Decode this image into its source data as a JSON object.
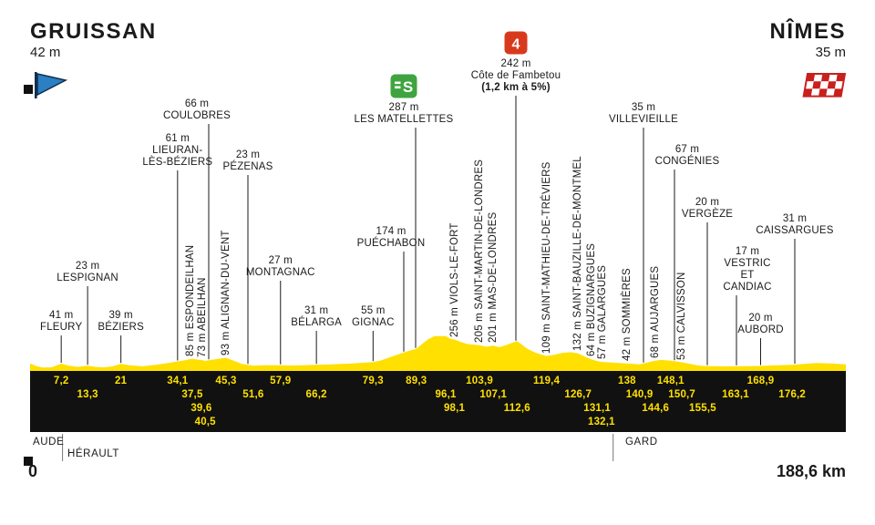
{
  "stage": {
    "start": {
      "name": "GRUISSAN",
      "elevation": "42 m"
    },
    "finish": {
      "name": "NÎMES",
      "elevation": "35 m"
    },
    "start_km_label": "0",
    "finish_km_label": "188,6 km"
  },
  "regions": [
    "AUDE",
    "HÉRAULT",
    "GARD"
  ],
  "colors": {
    "yellow": "#FFE000",
    "band": "#111111",
    "sprint_green": "#3FA440",
    "climb_red": "#D8391D",
    "flag_blue": "#2B7FC2",
    "checker_red": "#C8201D"
  },
  "chart_data": {
    "type": "area",
    "title": "Stage elevation profile Gruissan - Nîmes",
    "xlabel": "km",
    "ylabel": "m",
    "xlim": [
      0,
      188.6
    ],
    "region_boundaries_km": [
      7.5,
      134.8
    ],
    "profile": [
      [
        0,
        42
      ],
      [
        1.5,
        18
      ],
      [
        3,
        6
      ],
      [
        5,
        8
      ],
      [
        7.2,
        41
      ],
      [
        9,
        22
      ],
      [
        11,
        12
      ],
      [
        13.3,
        23
      ],
      [
        15,
        12
      ],
      [
        17,
        8
      ],
      [
        19,
        16
      ],
      [
        21,
        39
      ],
      [
        23,
        26
      ],
      [
        26,
        17
      ],
      [
        29,
        30
      ],
      [
        32,
        46
      ],
      [
        34.1,
        61
      ],
      [
        36,
        72
      ],
      [
        37.5,
        85
      ],
      [
        38.6,
        77
      ],
      [
        39.6,
        73
      ],
      [
        40.5,
        66
      ],
      [
        42,
        76
      ],
      [
        44,
        86
      ],
      [
        45.3,
        93
      ],
      [
        47,
        68
      ],
      [
        49,
        38
      ],
      [
        51.6,
        23
      ],
      [
        54,
        26
      ],
      [
        57.9,
        27
      ],
      [
        60,
        24
      ],
      [
        63,
        27
      ],
      [
        66.2,
        31
      ],
      [
        69,
        33
      ],
      [
        72,
        38
      ],
      [
        75,
        44
      ],
      [
        79.3,
        55
      ],
      [
        81,
        68
      ],
      [
        83,
        96
      ],
      [
        85,
        122
      ],
      [
        87,
        148
      ],
      [
        89.3,
        174
      ],
      [
        90.5,
        212
      ],
      [
        92,
        258
      ],
      [
        93.5,
        287
      ],
      [
        96.1,
        287
      ],
      [
        97.2,
        263
      ],
      [
        98.1,
        256
      ],
      [
        99.5,
        236
      ],
      [
        101,
        216
      ],
      [
        103.9,
        205
      ],
      [
        105.5,
        192
      ],
      [
        107.1,
        201
      ],
      [
        108.5,
        188
      ],
      [
        110,
        206
      ],
      [
        111.5,
        228
      ],
      [
        112.6,
        242
      ],
      [
        113.6,
        214
      ],
      [
        115,
        172
      ],
      [
        117,
        136
      ],
      [
        119.4,
        109
      ],
      [
        121,
        119
      ],
      [
        123,
        136
      ],
      [
        125,
        143
      ],
      [
        126.7,
        132
      ],
      [
        128,
        109
      ],
      [
        129.5,
        84
      ],
      [
        131.1,
        64
      ],
      [
        132.1,
        57
      ],
      [
        134,
        52
      ],
      [
        136,
        46
      ],
      [
        138,
        42
      ],
      [
        139.5,
        38
      ],
      [
        140.9,
        35
      ],
      [
        142.5,
        49
      ],
      [
        144.6,
        68
      ],
      [
        146,
        74
      ],
      [
        148.1,
        67
      ],
      [
        149.5,
        60
      ],
      [
        150.7,
        53
      ],
      [
        152.5,
        40
      ],
      [
        154,
        28
      ],
      [
        155.5,
        20
      ],
      [
        158,
        18
      ],
      [
        160.5,
        17
      ],
      [
        163.1,
        17
      ],
      [
        165.5,
        18
      ],
      [
        168.9,
        20
      ],
      [
        171,
        24
      ],
      [
        173.5,
        28
      ],
      [
        176.2,
        31
      ],
      [
        179,
        38
      ],
      [
        182,
        47
      ],
      [
        185,
        43
      ],
      [
        188.6,
        35
      ]
    ],
    "towns": [
      {
        "name": "FLEURY",
        "elev": "41 m",
        "km": 7.2,
        "km_label": "7,2",
        "row": 1,
        "orient": "h",
        "ly": 340
      },
      {
        "name": "LESPIGNAN",
        "elev": "23 m",
        "km": 13.3,
        "km_label": "13,3",
        "row": 2,
        "orient": "h",
        "ly": 286
      },
      {
        "name": "BÉZIERS",
        "elev": "39 m",
        "km": 21,
        "km_label": "21",
        "row": 1,
        "orient": "h",
        "ly": 340
      },
      {
        "name": "LIEURAN-LÈS-BÉZIERS",
        "lines": [
          "LIEURAN-",
          "LÈS-BÉZIERS"
        ],
        "elev": "61 m",
        "km": 34.1,
        "km_label": "34,1",
        "row": 1,
        "orient": "h",
        "ly": 146
      },
      {
        "name": "ESPONDEILHAN",
        "elev": "85 m",
        "km": 37.5,
        "km_label": "37,5",
        "row": 2,
        "orient": "v",
        "lx": 209
      },
      {
        "name": "ABEILHAN",
        "elev": "73 m",
        "km": 39.6,
        "km_label": "39,6",
        "row": 3,
        "orient": "v",
        "lx": 222
      },
      {
        "name": "COULOBRES",
        "elev": "66 m",
        "km": 40.5,
        "km_label": "40,5",
        "row": 4,
        "orient": "h",
        "ly": 108,
        "lx": 216,
        "leader_x": 229
      },
      {
        "name": "ALIGNAN-DU-VENT",
        "elev": "93 m",
        "km": 45.3,
        "km_label": "45,3",
        "row": 1,
        "orient": "v"
      },
      {
        "name": "PÉZENAS",
        "elev": "23 m",
        "km": 51.6,
        "km_label": "51,6",
        "row": 2,
        "orient": "h",
        "ly": 164,
        "lx": 272
      },
      {
        "name": "MONTAGNAC",
        "elev": "27 m",
        "km": 57.9,
        "km_label": "57,9",
        "row": 1,
        "orient": "h",
        "ly": 280
      },
      {
        "name": "BÉLARGA",
        "elev": "31 m",
        "km": 66.2,
        "km_label": "66,2",
        "row": 2,
        "orient": "h",
        "ly": 335
      },
      {
        "name": "GIGNAC",
        "elev": "55 m",
        "km": 79.3,
        "km_label": "79,3",
        "row": 1,
        "orient": "h",
        "ly": 335
      },
      {
        "name": "PUÉCHABON",
        "elev": "174 m",
        "km": 89.3,
        "km_label": "89,3",
        "row": 1,
        "orient": "h",
        "ly": 248,
        "lx": 429,
        "leader_x": 443
      },
      {
        "name": "LES MATELLETTES",
        "elev": "287 m",
        "km": 96.1,
        "km_label": "96,1",
        "row": 2,
        "orient": "h",
        "ly": 112,
        "lx": 443,
        "leader_x": 456,
        "type": "sprint"
      },
      {
        "name": "VIOLS-LE-FORT",
        "elev": "256 m",
        "km": 98.1,
        "km_label": "98,1",
        "row": 3,
        "orient": "v"
      },
      {
        "name": "SAINT-MARTIN-DE-LONDRES",
        "elev": "205 m",
        "km": 103.9,
        "km_label": "103,9",
        "row": 1,
        "orient": "v"
      },
      {
        "name": "MAS-DE-LONDRES",
        "elev": "201 m",
        "km": 107.1,
        "km_label": "107,1",
        "row": 2,
        "orient": "v"
      },
      {
        "name": "Côte de Fambetou",
        "elev": "242 m",
        "km": 112.6,
        "km_label": "112,6",
        "row": 3,
        "orient": "h",
        "ly": 64,
        "lx": 566,
        "type": "climb",
        "detail": "(1,2 km à 5%)"
      },
      {
        "name": "SAINT-MATHIEU-DE-TRÉVIERS",
        "elev": "109 m",
        "km": 119.4,
        "km_label": "119,4",
        "row": 1,
        "orient": "v"
      },
      {
        "name": "SAINT-BAUZILLE-DE-MONTMEL",
        "elev": "132 m",
        "km": 126.7,
        "km_label": "126,7",
        "row": 2,
        "orient": "v"
      },
      {
        "name": "BUZIGNARGUES",
        "elev": "64 m",
        "km": 131.1,
        "km_label": "131,1",
        "row": 3,
        "orient": "v",
        "lx": 649
      },
      {
        "name": "GALARGUES",
        "elev": "57 m",
        "km": 132.1,
        "km_label": "132,1",
        "row": 4,
        "orient": "v",
        "lx": 661
      },
      {
        "name": "SOMMIÈRES",
        "elev": "42 m",
        "km": 138,
        "km_label": "138",
        "row": 1,
        "orient": "v"
      },
      {
        "name": "VILLEVIEILLE",
        "elev": "35 m",
        "km": 140.9,
        "km_label": "140,9",
        "row": 2,
        "orient": "h",
        "ly": 112,
        "lx": 706
      },
      {
        "name": "AUJARGUES",
        "elev": "68 m",
        "km": 144.6,
        "km_label": "144,6",
        "row": 3,
        "orient": "v"
      },
      {
        "name": "CONGÉNIES",
        "elev": "67 m",
        "km": 148.1,
        "km_label": "148,1",
        "row": 1,
        "orient": "h",
        "ly": 158,
        "lx": 754,
        "leader_x": 740
      },
      {
        "name": "CALVISSON",
        "elev": "53 m",
        "km": 150.7,
        "km_label": "150,7",
        "row": 2,
        "orient": "v"
      },
      {
        "name": "VERGÈZE",
        "elev": "20 m",
        "km": 155.5,
        "km_label": "155,5",
        "row": 3,
        "orient": "h",
        "ly": 216,
        "lx": 776
      },
      {
        "name": "VESTRIC ET CANDIAC",
        "lines": [
          "VESTRIC",
          "ET",
          "CANDIAC"
        ],
        "elev": "17 m",
        "km": 163.1,
        "km_label": "163,1",
        "row": 2,
        "orient": "h",
        "ly": 270,
        "lx": 820,
        "leader_x": 808
      },
      {
        "name": "AUBORD",
        "elev": "20 m",
        "km": 168.9,
        "km_label": "168,9",
        "row": 1,
        "orient": "h",
        "ly": 343
      },
      {
        "name": "CAISSARGUES",
        "elev": "31 m",
        "km": 176.2,
        "km_label": "176,2",
        "row": 2,
        "orient": "h",
        "ly": 234,
        "lx": 872
      }
    ]
  }
}
